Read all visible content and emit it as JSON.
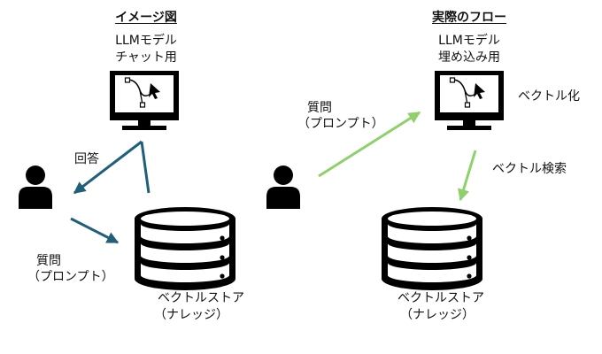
{
  "colors": {
    "background": "#ffffff",
    "icon": "#000000",
    "arrow_left": "#1f5f7a",
    "arrow_right": "#8ed16b"
  },
  "left_panel": {
    "heading": "イメージ図",
    "monitor_label_line1": "LLMモデル",
    "monitor_label_line2": "チャット用",
    "answer_label": "回答",
    "question_line1": "質問",
    "question_line2": "（プロンプト）",
    "store_label_line1": "ベクトルストア",
    "store_label_line2": "（ナレッジ）",
    "icons": [
      "monitor-icon",
      "person-icon",
      "database-icon"
    ]
  },
  "right_panel": {
    "heading": "実際のフロー",
    "monitor_label_line1": "LLMモデル",
    "monitor_label_line2": "埋め込み用",
    "question_line1": "質問",
    "question_line2": "（プロンプト）",
    "vectorize_label": "ベクトル化",
    "search_label": "ベクトル検索",
    "store_label_line1": "ベクトルストア",
    "store_label_line2": "（ナレッジ）",
    "icons": [
      "monitor-icon",
      "person-icon",
      "database-icon"
    ]
  }
}
